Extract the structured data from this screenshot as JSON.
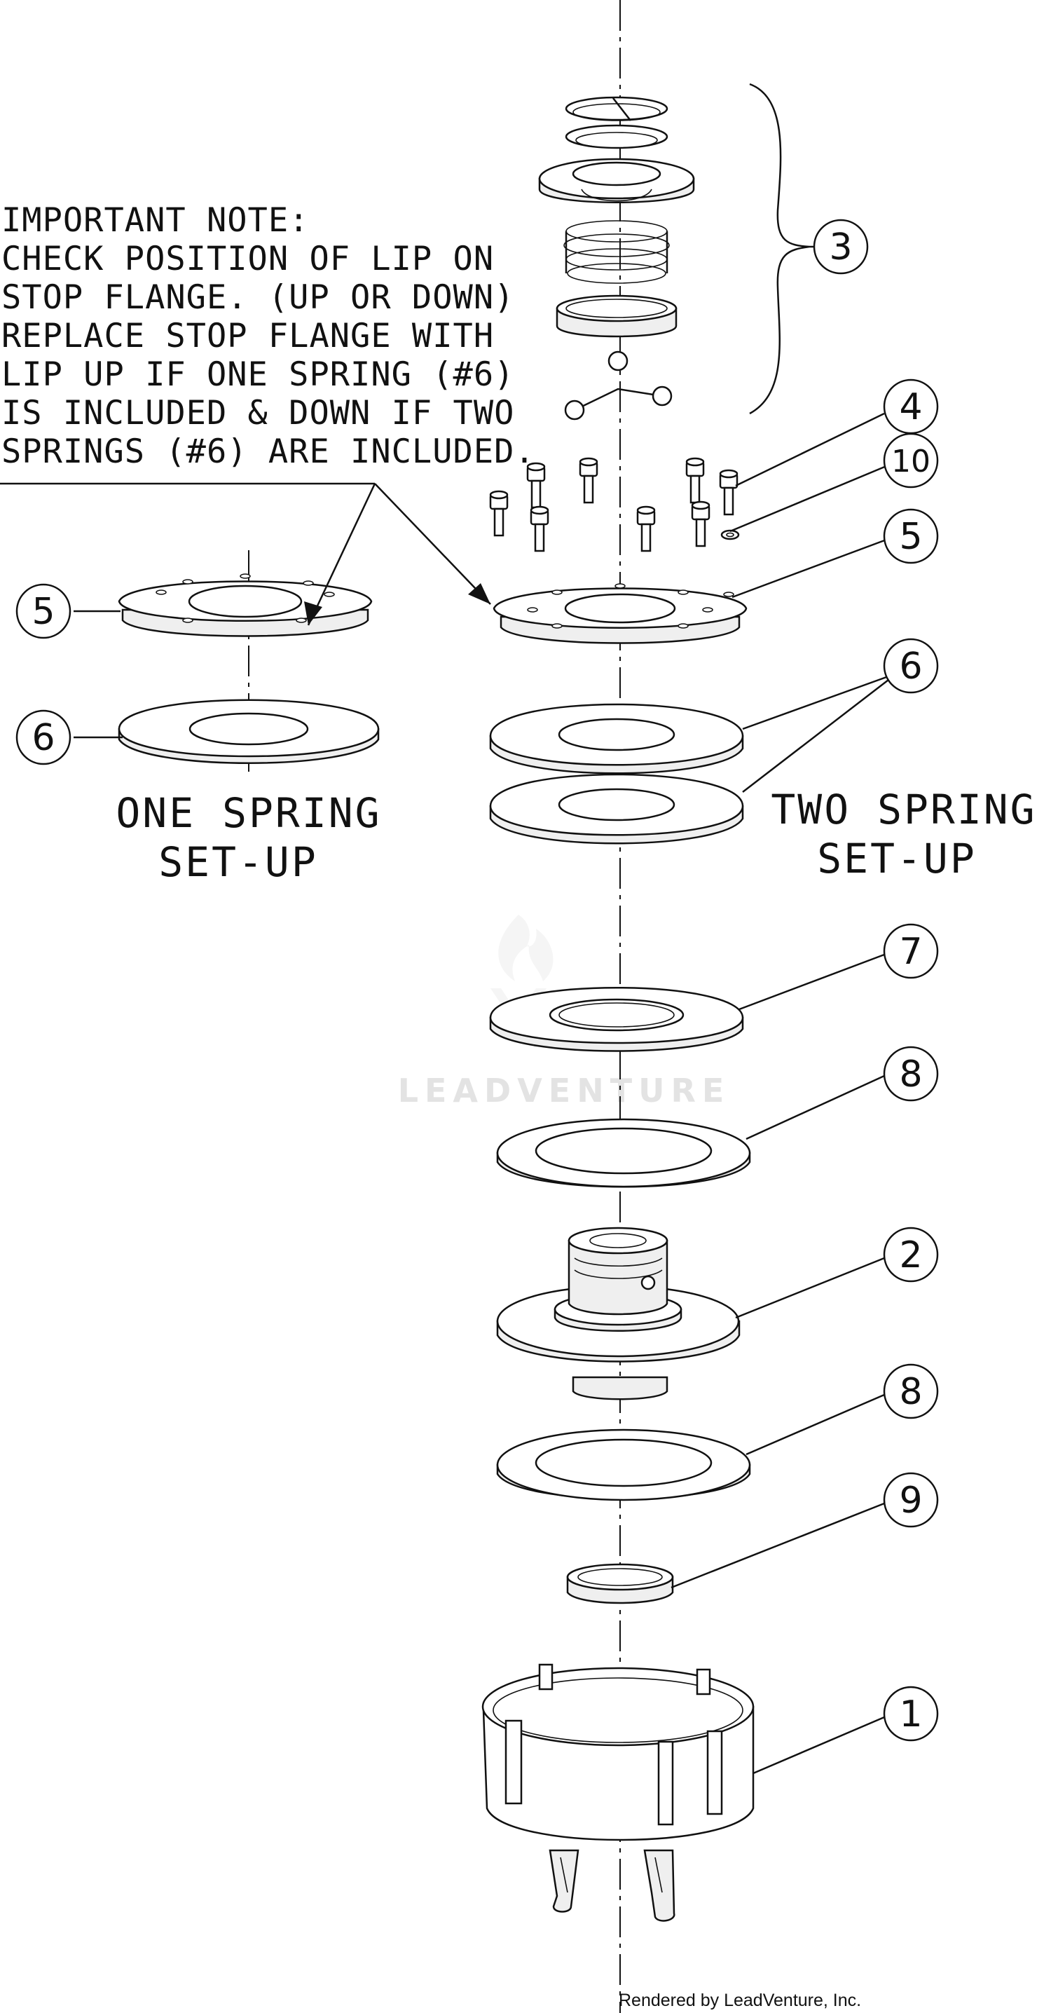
{
  "note": {
    "lines": [
      "IMPORTANT NOTE:",
      "CHECK POSITION OF LIP ON",
      "STOP FLANGE. (UP OR DOWN)",
      "REPLACE STOP FLANGE WITH",
      "LIP UP IF ONE SPRING (#6)",
      "IS INCLUDED & DOWN IF TWO",
      "SPRINGS (#6) ARE INCLUDED."
    ]
  },
  "setups": {
    "one_spring": [
      "ONE SPRING",
      "SET-UP"
    ],
    "two_spring": [
      "TWO SPRING",
      "SET-UP"
    ]
  },
  "callouts": [
    "3",
    "4",
    "10",
    "5",
    "6",
    "5",
    "6",
    "7",
    "8",
    "2",
    "8",
    "9",
    "1"
  ],
  "watermark": "LEADVENTURE",
  "credit": "Rendered by LeadVenture, Inc."
}
